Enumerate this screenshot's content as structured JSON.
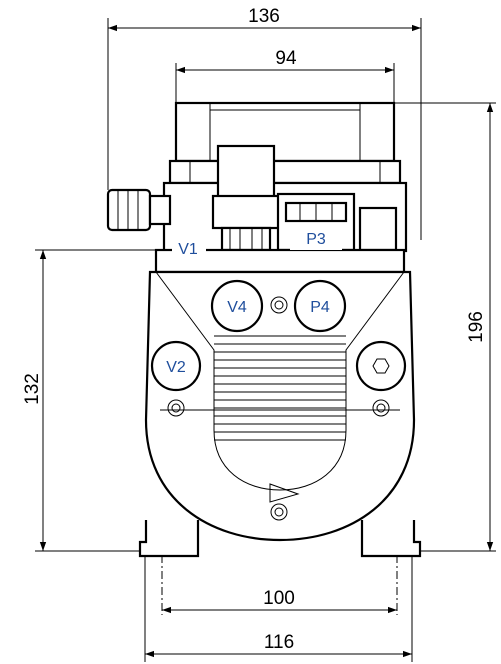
{
  "dimensions": {
    "overall_width": "136",
    "top_width": "94",
    "total_height": "196",
    "body_height": "132",
    "foot_spacing": "100",
    "foot_width": "116"
  },
  "ports": {
    "v1": "V1",
    "v2": "V2",
    "v4": "V4",
    "p3": "P3",
    "p4": "P4"
  },
  "colors": {
    "line": "#000000",
    "port_label": "#1f4e9c",
    "background": "#ffffff"
  }
}
